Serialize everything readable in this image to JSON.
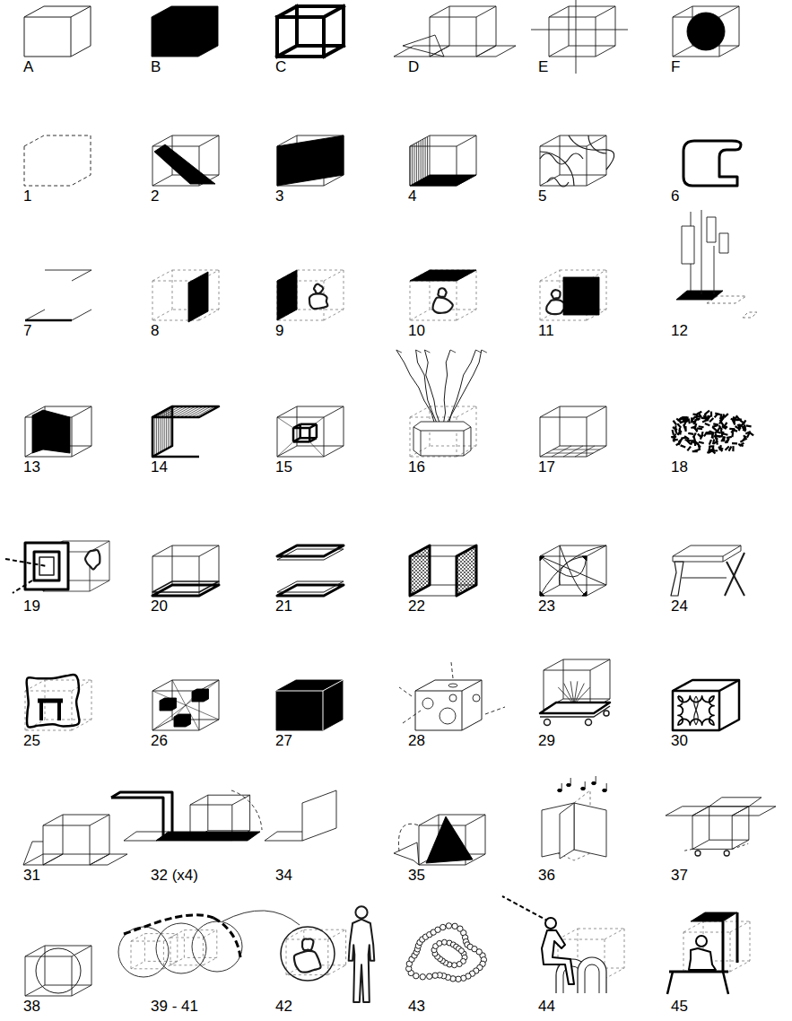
{
  "diagram": {
    "labels": [
      "A",
      "B",
      "C",
      "D",
      "E",
      "F",
      "1",
      "2",
      "3",
      "4",
      "5",
      "6",
      "7",
      "8",
      "9",
      "10",
      "11",
      "12",
      "13",
      "14",
      "15",
      "16",
      "17",
      "18",
      "19",
      "20",
      "21",
      "22",
      "23",
      "24",
      "25",
      "26",
      "27",
      "28",
      "29",
      "30",
      "31",
      "32 (x4)",
      "34",
      "35",
      "36",
      "37",
      "38",
      "39 - 41",
      "42",
      "43",
      "44",
      "45"
    ]
  }
}
